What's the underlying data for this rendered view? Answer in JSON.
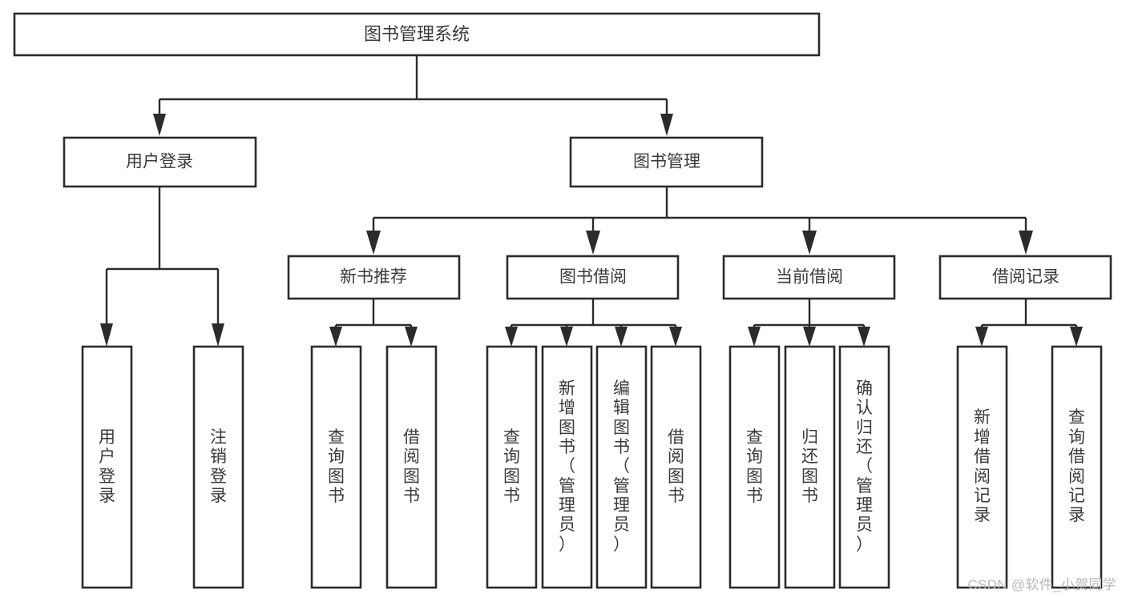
{
  "diagram": {
    "title": "图书管理系统",
    "type": "hierarchy-tree",
    "orientation": "top-down",
    "colors": {
      "box_fill": "#ffffff",
      "box_stroke": "#2b2b2b",
      "connector": "#2b2b2b",
      "text": "#3a3a3a",
      "background": "#ffffff",
      "watermark": "#b9b9b9"
    },
    "root": {
      "label": "图书管理系统"
    },
    "level1": [
      {
        "label": "用户登录"
      },
      {
        "label": "图书管理"
      }
    ],
    "level2": [
      {
        "label": "新书推荐"
      },
      {
        "label": "图书借阅"
      },
      {
        "label": "当前借阅"
      },
      {
        "label": "借阅记录"
      }
    ],
    "leaves": {
      "user_login": [
        {
          "label": "用户登录",
          "chars": [
            "用",
            "户",
            "登",
            "录"
          ]
        },
        {
          "label": "注销登录",
          "chars": [
            "注",
            "销",
            "登",
            "录"
          ]
        }
      ],
      "new_book_recommend": [
        {
          "label": "查询图书",
          "chars": [
            "查",
            "询",
            "图",
            "书"
          ]
        },
        {
          "label": "借阅图书",
          "chars": [
            "借",
            "阅",
            "图",
            "书"
          ]
        }
      ],
      "book_borrow": [
        {
          "label": "查询图书",
          "chars": [
            "查",
            "询",
            "图",
            "书"
          ]
        },
        {
          "label": "新增图书（管理员）",
          "chars": [
            "新",
            "增",
            "图",
            "书",
            "（",
            "管",
            "理",
            "员",
            "）"
          ]
        },
        {
          "label": "编辑图书（管理员）",
          "chars": [
            "编",
            "辑",
            "图",
            "书",
            "（",
            "管",
            "理",
            "员",
            "）"
          ]
        },
        {
          "label": "借阅图书",
          "chars": [
            "借",
            "阅",
            "图",
            "书"
          ]
        }
      ],
      "current_borrow": [
        {
          "label": "查询图书",
          "chars": [
            "查",
            "询",
            "图",
            "书"
          ]
        },
        {
          "label": "归还图书",
          "chars": [
            "归",
            "还",
            "图",
            "书"
          ]
        },
        {
          "label": "确认归还（管理员）",
          "chars": [
            "确",
            "认",
            "归",
            "还",
            "（",
            "管",
            "理",
            "员",
            "）"
          ]
        }
      ],
      "borrow_records": [
        {
          "label": "新增借阅记录",
          "chars": [
            "新",
            "增",
            "借",
            "阅",
            "记",
            "录"
          ]
        },
        {
          "label": "查询借阅记录",
          "chars": [
            "查",
            "询",
            "借",
            "阅",
            "记",
            "录"
          ]
        }
      ]
    },
    "watermark": "CSDN @软件_小贺同学"
  }
}
